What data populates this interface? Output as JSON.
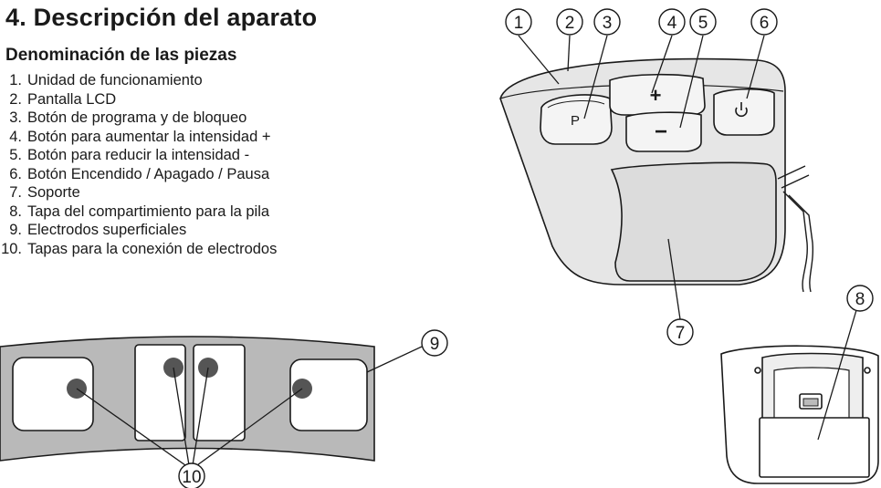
{
  "heading": {
    "title": "4. Descripción del aparato",
    "subtitle": "Denominación de las piezas"
  },
  "parts": [
    {
      "n": "1.",
      "label": "Unidad de funcionamiento"
    },
    {
      "n": "2.",
      "label": "Pantalla LCD"
    },
    {
      "n": "3.",
      "label": "Botón de programa y de bloqueo"
    },
    {
      "n": "4.",
      "label": "Botón para aumentar la intensidad +"
    },
    {
      "n": "5.",
      "label": "Botón para reducir la intensidad -"
    },
    {
      "n": "6.",
      "label": "Botón Encendido / Apagado / Pausa"
    },
    {
      "n": "7.",
      "label": "Soporte"
    },
    {
      "n": "8.",
      "label": "Tapa del compartimiento para la pila"
    },
    {
      "n": "9.",
      "label": "Electrodos superficiales"
    },
    {
      "n": "10.",
      "label": "Tapas para la conexión de electrodos"
    }
  ],
  "callouts": {
    "c1": "1",
    "c2": "2",
    "c3": "3",
    "c4": "4",
    "c5": "5",
    "c6": "6",
    "c7": "7",
    "c8": "8",
    "c9": "9",
    "c10": "10"
  },
  "device_buttons": {
    "program": "P",
    "plus": "+",
    "minus": "−",
    "power_icon": "power-icon"
  },
  "colors": {
    "electrode_pad": "#b9b9b9",
    "contact_dot": "#555555",
    "device_body": "#e6e6e6"
  }
}
